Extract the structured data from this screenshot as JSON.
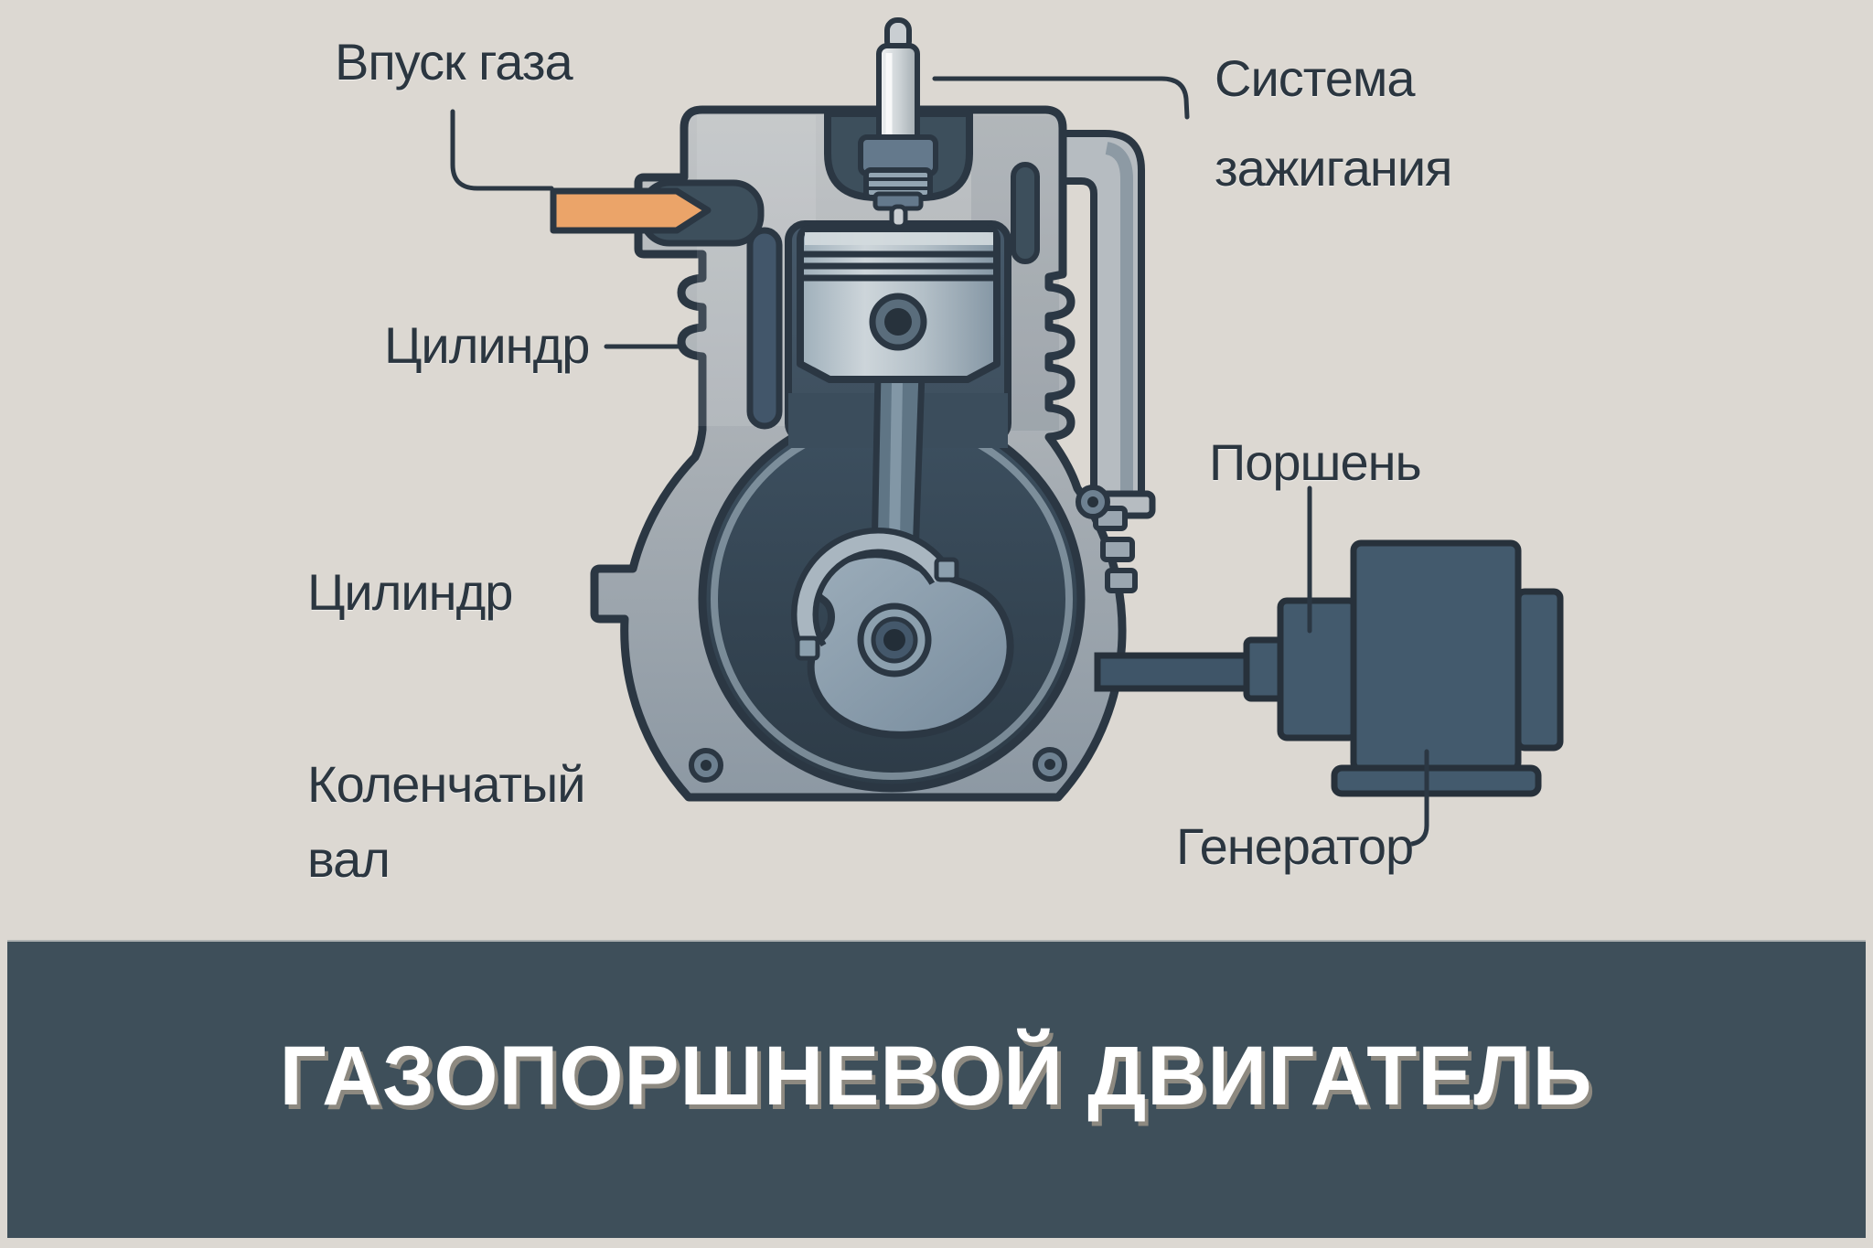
{
  "title_banner": {
    "text": "ГАЗОПОРШНЕВОЙ ДВИГАТЕЛЬ",
    "background_color": "#3e4f5a",
    "text_color": "#ffffff"
  },
  "labels": {
    "gas_intake": "Впуск газа",
    "ignition_lines": [
      "Система",
      "зажигания"
    ],
    "cylinder_top": "Цилиндр",
    "cylinder_left": "Цилиндр",
    "crankshaft_lines": [
      "Коленчатый",
      "вал"
    ],
    "piston": "Поршень",
    "generator": "Генератор"
  },
  "colors": {
    "page_background": "#dcd8d2",
    "engine_body_light": "#bfc2c4",
    "engine_body_dark": "#8c98a3",
    "interior_dark": "#33424f",
    "outline": "#2b3743",
    "intake_arrow_orange": "#eba469",
    "generator_navy": "#435a6d",
    "label_text": "#2b3640"
  }
}
